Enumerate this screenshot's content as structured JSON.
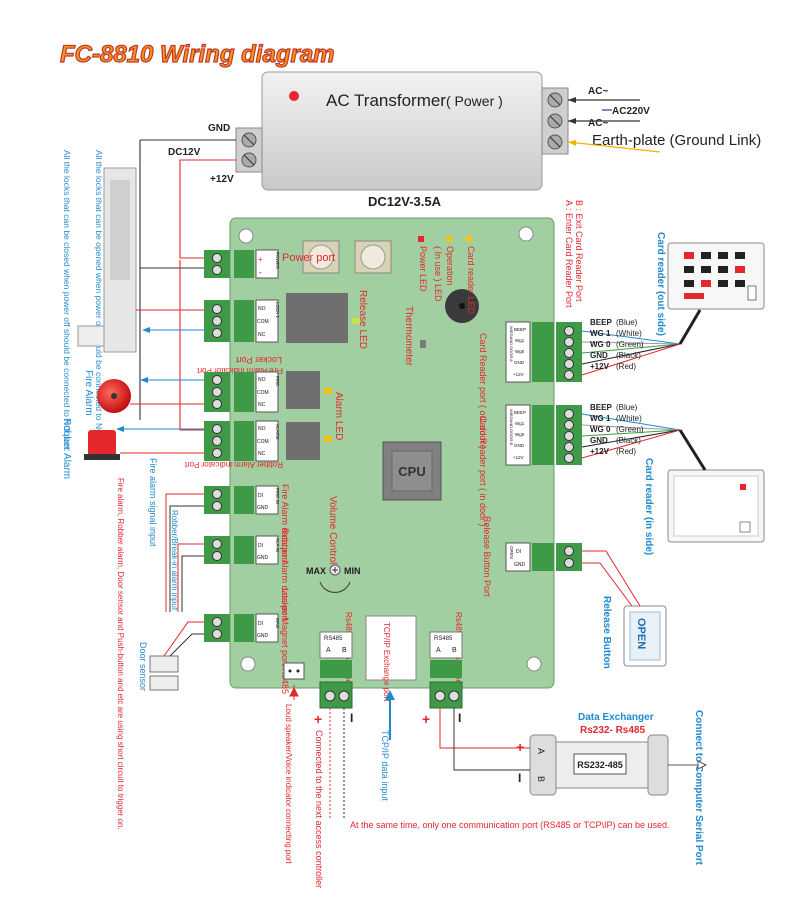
{
  "title": "FC-8810 Wiring diagram",
  "transformer": {
    "label_main": "AC Transformer",
    "label_sub": "( Power )",
    "rating": "DC12V-3.5A",
    "gnd": "GND",
    "dc12v": "DC12V",
    "plus12v": "+12V",
    "ac_top": "AC~",
    "ac220v": "AC220V",
    "ac_bottom": "AC~",
    "earth": "Earth-plate (Ground Link)"
  },
  "board": {
    "power_port": "Power port",
    "power_led": "Power LED",
    "operation_led": "Operation",
    "in_use_led": "( In use ) LED",
    "card_reader_led": "Card reader LED",
    "release_led": "Release LED",
    "thermometer": "Thermometer",
    "locker_port": "Locker Port",
    "fire_alarm_indicator": "Fire Alarm indicator Port",
    "alarm_led": "Alarm LED",
    "robber_alarm_indicator": "Robber Alarm indicator Port",
    "cpu": "CPU",
    "fire_alarm_data_port": "Fire Alarm data port",
    "robber_alarm_data_port": "Robber Alarm data port",
    "volume_control": "Volume Control",
    "max": "MAX",
    "min": "MIN",
    "locker_magnet_port": "Locker Magnet port/Rs485",
    "rs485_exchange_left": "Rs485 Exchange port",
    "rs485_exchange_right": "Rs485 Exchange port",
    "tcpip_exchange": "TCP/IP Exchange port",
    "card_reader_out": "Card Reader port ( out door )",
    "card_reader_in": "Card Reader port ( in door )",
    "release_button_port": "Release Button Port",
    "rs485_small": "RS485",
    "a": "A",
    "b": "B"
  },
  "terminals": {
    "power": [
      "POWER",
      "+",
      "-"
    ],
    "lock": [
      "LOCK 1",
      "NO",
      "COM",
      "NC"
    ],
    "fire": [
      "FIRE",
      "NO",
      "COM",
      "NC"
    ],
    "alarm": [
      "ALARM",
      "NO",
      "COM",
      "NC"
    ],
    "firein": [
      "FIRE IN",
      "DI",
      "GND"
    ],
    "alarmin": [
      "ALA IN",
      "DI",
      "GND"
    ],
    "mag": [
      "MAG",
      "DI",
      "GND"
    ],
    "reader_a": [
      "WIEGAND DOOR A",
      "BEEP",
      "Wg1",
      "Wg0",
      "GND",
      "+12V"
    ],
    "reader_b": [
      "WIEGAND DOOR B",
      "BEEP",
      "Wg1",
      "Wg0",
      "GND",
      "+12V"
    ],
    "open": [
      "OPEN",
      "DI",
      "GND"
    ]
  },
  "reader_wires": [
    {
      "name": "BEEP",
      "color": "(Blue)"
    },
    {
      "name": "WG 1",
      "color": "(White)"
    },
    {
      "name": "WG 0",
      "color": "(Green)"
    },
    {
      "name": "GND",
      "color": "(Black)"
    },
    {
      "name": "+12V",
      "color": "(Red)"
    }
  ],
  "right_side": {
    "enter_reader": "A : Enter Card Reader Port",
    "exit_reader": "B : Exit Card Reader Port",
    "reader_out_side": "Card reader (out side)",
    "reader_in_side": "Card reader (in side)",
    "release_button": "Release Button",
    "open_button": "OPEN",
    "data_exchanger": "Data Exchanger",
    "rs232_485_title": "Rs232- Rs485",
    "rs232_485_box": "RS232-485",
    "connect_computer": "Connect to Computer Serial Port",
    "conv_a": "A",
    "conv_b": "B"
  },
  "left_side": {
    "lock_note_1": "All the locks that can be opened when power off should be connected to NC port.",
    "lock_note_2": "All the locks that can be closed when power off should be connected to NO port.",
    "fire_alarm": "Fire Alarm",
    "robber_alarm": "Robber Alarm",
    "fire_signal": "Fire alarm signal input",
    "robber_break": "Robber/Break-in alarm input",
    "sensors_note": "Fire alarm, Robber alarm, Door sensor and Push-button and etc are using short circuit to trigger on.",
    "door_sensor": "Door sensor"
  },
  "bottom": {
    "loudspeaker": "Loud speaker/Voice indicator connecting port",
    "next_controller": "Connected to the next access controller",
    "tcpip_input": "TCP/IP data input",
    "plus": "+",
    "minus": "I",
    "note": "At the same time, only one communication port (RS485 or TCP\\IP) can be used."
  },
  "colors": {
    "board": "#a2cfa1",
    "terminal": "#3f9a48",
    "red": "#e4272d",
    "blue": "#1f8ad0",
    "title_fill": "#f7941d"
  }
}
